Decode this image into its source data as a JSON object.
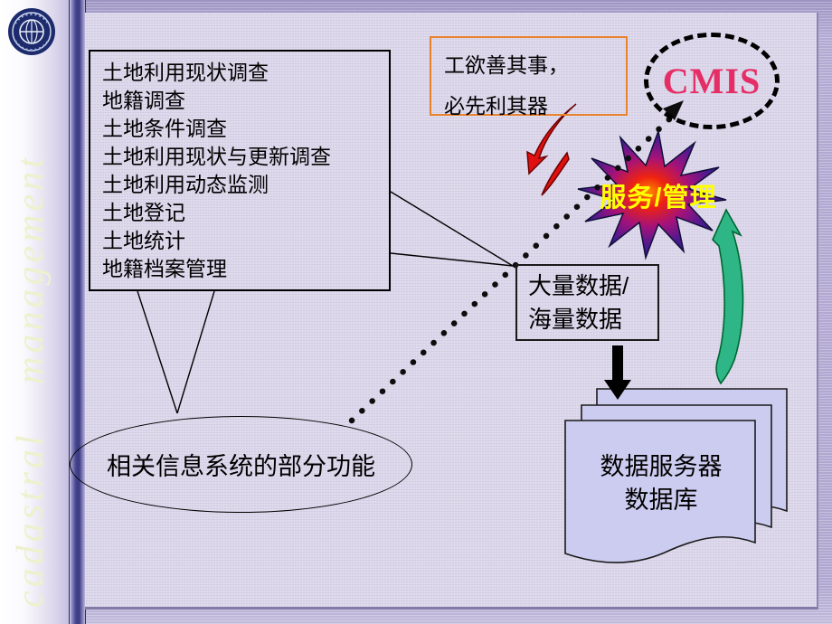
{
  "sidebar": {
    "vertical_text": "cadastral management",
    "logo": "china-university-of-geosciences-seal"
  },
  "functions_box": {
    "items": [
      "土地利用现状调查",
      "地籍调查",
      "土地条件调查",
      "土地利用现状与更新调查",
      "土地利用动态监测",
      "土地登记",
      "土地统计",
      "地籍档案管理"
    ]
  },
  "quote_box": {
    "lines": [
      "工欲善其事，",
      "必先利其器"
    ]
  },
  "cmis": {
    "label": "CMIS"
  },
  "burst": {
    "label": "服务/管理"
  },
  "data_volume_box": {
    "lines": [
      "大量数据/",
      "海量数据"
    ]
  },
  "related_systems": {
    "label": "相关信息系统的部分功能"
  },
  "database_stack": {
    "lines": [
      "数据服务器",
      "数据库"
    ]
  },
  "colors": {
    "cmis_text": "#e62e66",
    "burst_text": "#ffff00",
    "quote_border": "#e8822c",
    "red_arrow": "#e01010",
    "green_arrow": "#2eb686",
    "doc_fill": "#ccccf0",
    "slide_background": "#dcd7ea"
  }
}
